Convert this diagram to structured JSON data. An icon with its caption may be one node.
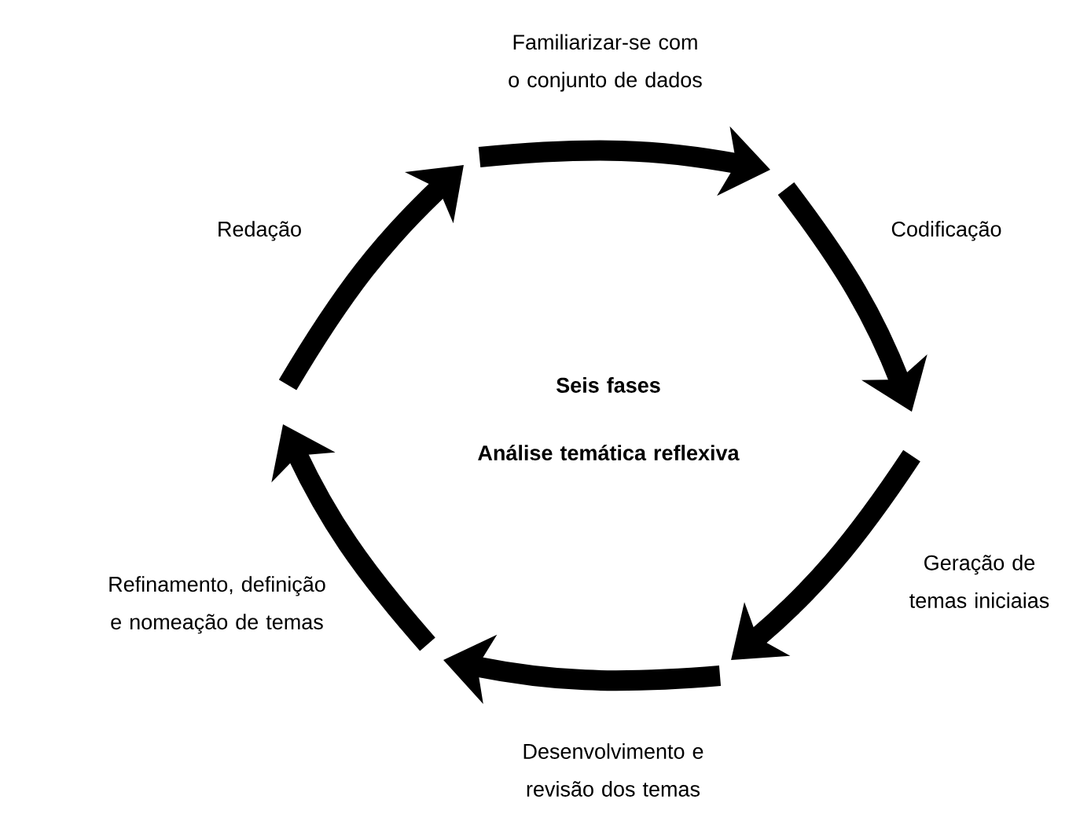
{
  "diagram": {
    "labels": [
      "Familiarizar-se com o conjunto de dados",
      "Codificação",
      "Redação",
      "Seis fases",
      "Análise temática reflexiva",
      "Geração de temas iniciaias",
      "Refinamento, definição e nomeação de temas",
      "Desenvolvimento e revisão dos temas"
    ]
  }
}
